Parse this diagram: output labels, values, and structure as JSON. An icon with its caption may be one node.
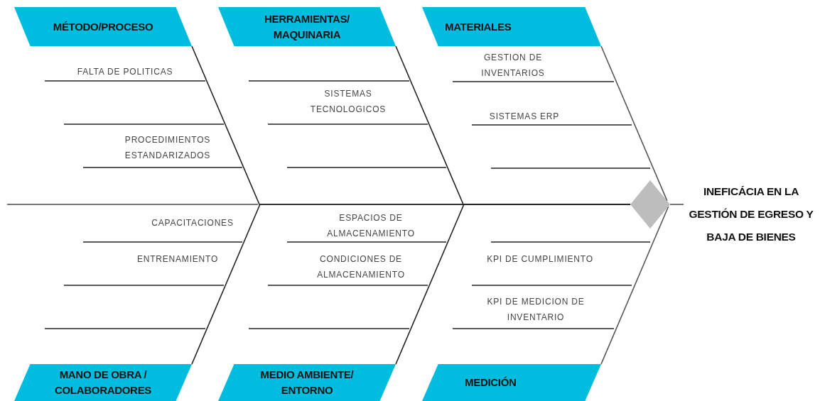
{
  "diagram": {
    "nodes": [
      {
        "text": [
          "MÉTODO/PROCESO"
        ]
      },
      {
        "text": [
          "HERRAMIENTAS/ MAQUINARIA"
        ]
      },
      {
        "text": [
          "MATERIALES"
        ]
      },
      {
        "text": [
          "MANO DE OBRA / COLABORADORES"
        ]
      },
      {
        "text": [
          "MEDIO AMBIENTE/ ENTORNO"
        ]
      },
      {
        "text": [
          "MEDICIÓN"
        ]
      },
      {
        "text": [],
        "shape": "diamond"
      },
      {
        "text": [
          "INEFICÁCIA EN LA GESTIÓN DE EGRESO Y BAJA DE BIENES"
        ]
      }
    ],
    "edges": [
      {
        "from": 0,
        "to": 6,
        "arrow": "none"
      },
      {
        "from": 1,
        "to": 6,
        "arrow": "none"
      },
      {
        "from": 2,
        "to": 6,
        "arrow": "none"
      },
      {
        "from": 3,
        "to": 6,
        "arrow": "none"
      },
      {
        "from": 4,
        "to": 6,
        "arrow": "none"
      },
      {
        "from": 5,
        "to": 6,
        "arrow": "none"
      },
      {
        "from": 6,
        "to": 7,
        "arrow": "none"
      }
    ],
    "labels": [
      "FALTA DE POLITICAS",
      "PROCEDIMIENTOS ESTANDARIZADOS",
      "SISTEMAS TECNOLOGICOS",
      "GESTION DE INVENTARIOS",
      "SISTEMAS ERP",
      "CAPACITACIONES",
      "ENTRENAMIENTO",
      "ESPACIOS DE ALMACENAMIENTO",
      "CONDICIONES DE ALMACENAMIENTO",
      "KPI DE CUMPLIMIENTO",
      "KPI DE MEDICION DE INVENTARIO"
    ]
  }
}
